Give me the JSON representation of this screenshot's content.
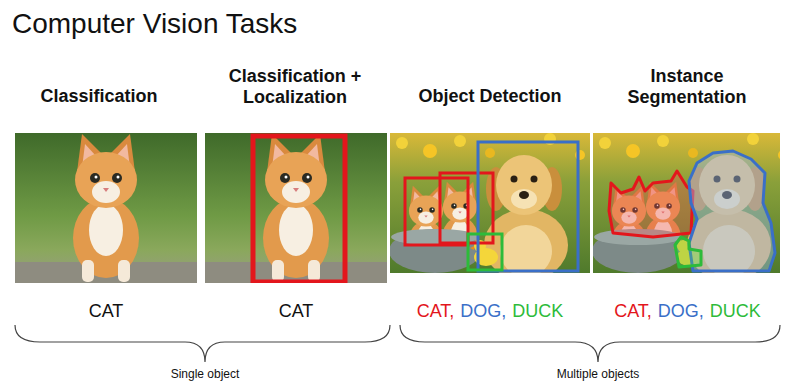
{
  "diagram": {
    "title": "Computer Vision Tasks",
    "labels": [
      "Classification",
      "Classification + Localization",
      "Object Detection",
      "Instance Segmentation",
      "CAT",
      "CAT",
      "CAT,",
      "DOG,",
      "DUCK",
      "CAT,",
      "DOG,",
      "DUCK",
      "Single object",
      "Multiple objects"
    ]
  }
}
